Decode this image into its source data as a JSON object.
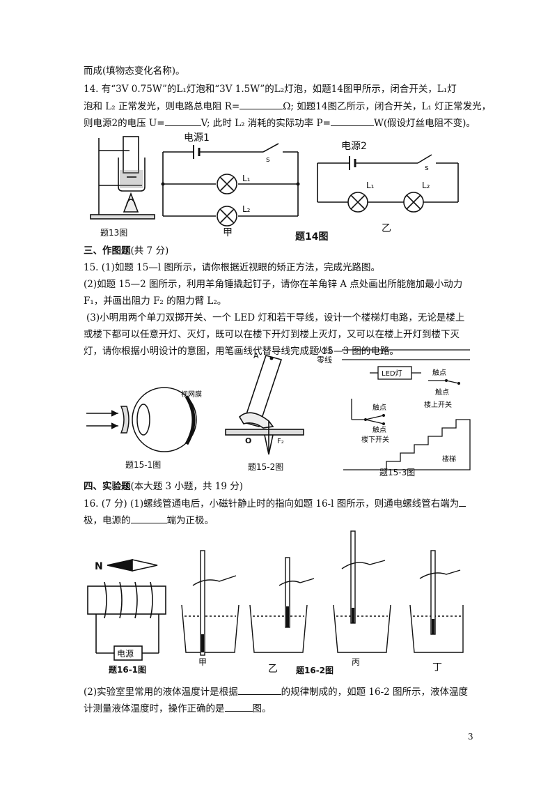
{
  "page_number": "3",
  "lines": {
    "l1": "而成(填物态变化名称)。",
    "q14a": "14. 有“3V 0.75W”的L₁灯泡和“3V 1.5W”的L₂灯泡，如题14图甲所示，闭合开关，L₁灯",
    "q14b_pre": "泡和 L₂ 正常发光，则电路总电阻 R=",
    "q14b_post": "Ω; 如题14图乙所示，闭合开关，L₁ 灯正常发光，",
    "q14c_pre": "则电源2的电压 U=",
    "q14c_mid": "V; 此时 L₂ 消耗的实际功率 P=",
    "q14c_post": "W(假设灯丝电阻不变)。",
    "sec3_title": "三、作图题",
    "sec3_note": "(共 7 分)",
    "q15a": "15. (1)如题 15—l 图所示，请你根据近视眼的矫正方法，完成光路图。",
    "q15b": "(2)如题 15—2 图所示，利用羊角锤撬起钉子，请你在羊角锌 A 点处画出所能施加最小动力",
    "q15c": "F₁，并画出阻力 F₂ 的阻力臂 L₂。",
    "q15d": "(3)小明用两个单刀双掷开关、一个 LED 灯和若干导线，设计一个楼梯灯电路，无论是楼上",
    "q15e": "或楼下都可以任意开灯、灭灯，既可以在楼下开灯到楼上灭灯，又可以在楼上开灯到楼下灭",
    "q15f": "灯，请你根据小明设计的意图，用笔画线代替导线完成题 15—3 图的电路。",
    "sec4_title": "四、实验题",
    "sec4_note": "(本大题 3 小题，共 19 分)",
    "q16a": "16. (7 分) (1)螺线管通电后，小磁针静止时的指向如题 16-l 图所示，则通电螺线管右端为",
    "q16b_pre": "极，电源的",
    "q16b_post": "端为正极。",
    "q16c_pre": "(2)实验室里常用的液体温度计是根据",
    "q16c_mid": "的规律制成的，如题 16-2 图所示，液体温度",
    "q16d_pre": "计测量液体温度时，操作正确的是",
    "q16d_post": "图。"
  },
  "fig13": {
    "caption": "题13图"
  },
  "fig14": {
    "caption": "题14图",
    "jia": {
      "source": "电源1",
      "switch": "s",
      "lamp1": "L₁",
      "lamp2": "L₂",
      "label": "甲"
    },
    "yi": {
      "source": "电源2",
      "switch": "s",
      "lamp1": "L₁",
      "lamp2": "L₂",
      "label": "乙"
    }
  },
  "fig15_1": {
    "caption": "题15-1图",
    "retina": "视网膜"
  },
  "fig15_2": {
    "caption": "题15-2图",
    "point_a": "A",
    "point_o": "O",
    "force": "F₂"
  },
  "fig15_3": {
    "caption": "题15-3图",
    "live": "火线",
    "neutral": "零线",
    "led": "LED灯",
    "contact": "触点",
    "upper_switch": "楼上开关",
    "lower_switch": "楼下开关",
    "stairs": "楼梯"
  },
  "fig16_1": {
    "caption": "题16-1图",
    "north": "N",
    "source": "电源"
  },
  "fig16_2": {
    "caption": "题16-2图",
    "jia": "甲",
    "yi": "乙",
    "bing": "丙",
    "ding": "丁"
  }
}
